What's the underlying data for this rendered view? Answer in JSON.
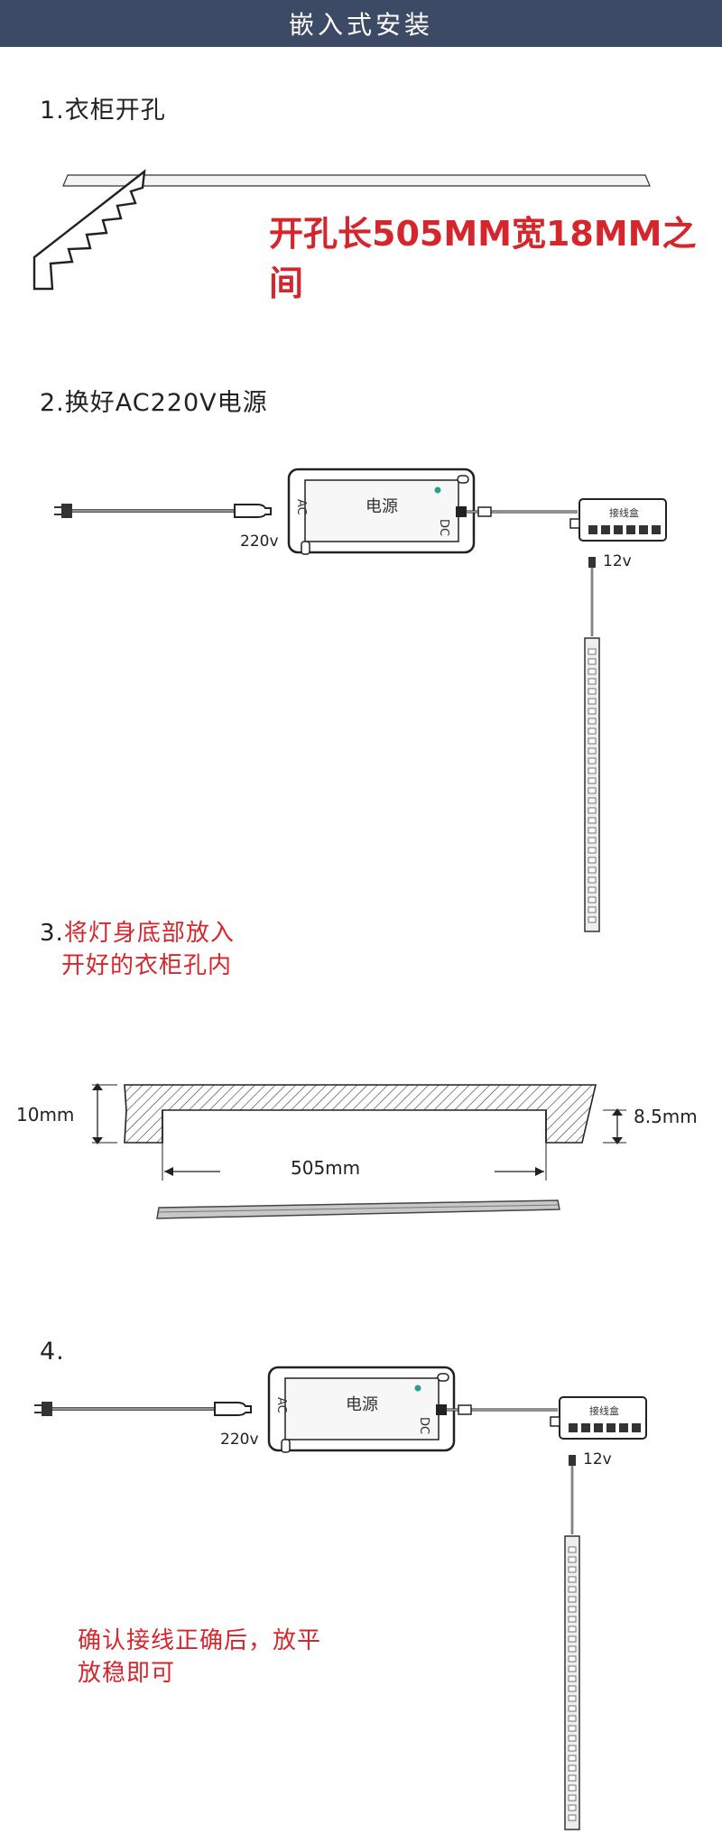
{
  "header": {
    "title": "嵌入式安装"
  },
  "step1": {
    "title": "1.衣柜开孔",
    "note": "开孔长505MM宽18MM之间"
  },
  "step2": {
    "title": "2.换好AC220V电源",
    "psu_label": "电源",
    "ac_label": "AC",
    "dc_label": "DC",
    "voltage_in": "220v",
    "junction_label": "接线盒",
    "voltage_out": "12v"
  },
  "step3": {
    "number": "3.",
    "line1": "将灯身底部放入",
    "line2": "开好的衣柜孔内",
    "dim_left": "10mm",
    "dim_right": "8.5mm",
    "dim_length": "505mm"
  },
  "step4": {
    "number": "4.",
    "psu_label": "电源",
    "ac_label": "AC",
    "dc_label": "DC",
    "voltage_in": "220v",
    "junction_label": "接线盒",
    "voltage_out": "12v",
    "note_line1": "确认接线正确后，放平",
    "note_line2": "放稳即可"
  },
  "colors": {
    "banner": "#3d4a66",
    "accent_red": "#d6262d"
  }
}
